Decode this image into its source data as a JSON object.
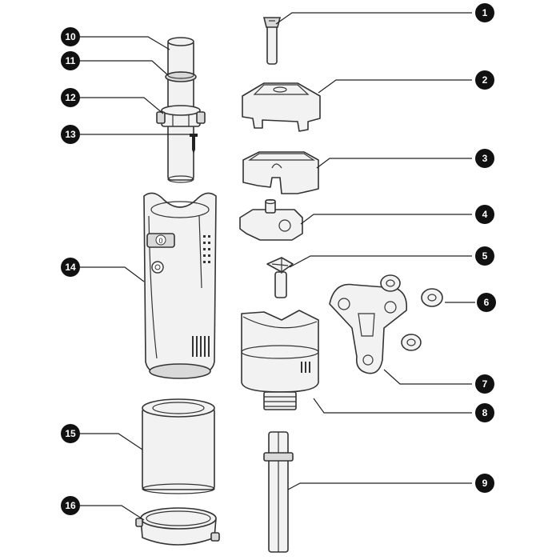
{
  "callouts": [
    {
      "id": "1",
      "label": "1"
    },
    {
      "id": "2",
      "label": "2"
    },
    {
      "id": "3",
      "label": "3"
    },
    {
      "id": "4",
      "label": "4"
    },
    {
      "id": "5",
      "label": "5"
    },
    {
      "id": "6",
      "label": "6"
    },
    {
      "id": "7",
      "label": "7"
    },
    {
      "id": "8",
      "label": "8"
    },
    {
      "id": "9",
      "label": "9"
    },
    {
      "id": "10",
      "label": "10"
    },
    {
      "id": "11",
      "label": "11"
    },
    {
      "id": "12",
      "label": "12"
    },
    {
      "id": "13",
      "label": "13"
    },
    {
      "id": "14",
      "label": "14"
    },
    {
      "id": "15",
      "label": "15"
    },
    {
      "id": "16",
      "label": "16"
    }
  ],
  "control_panel_digit": "0"
}
